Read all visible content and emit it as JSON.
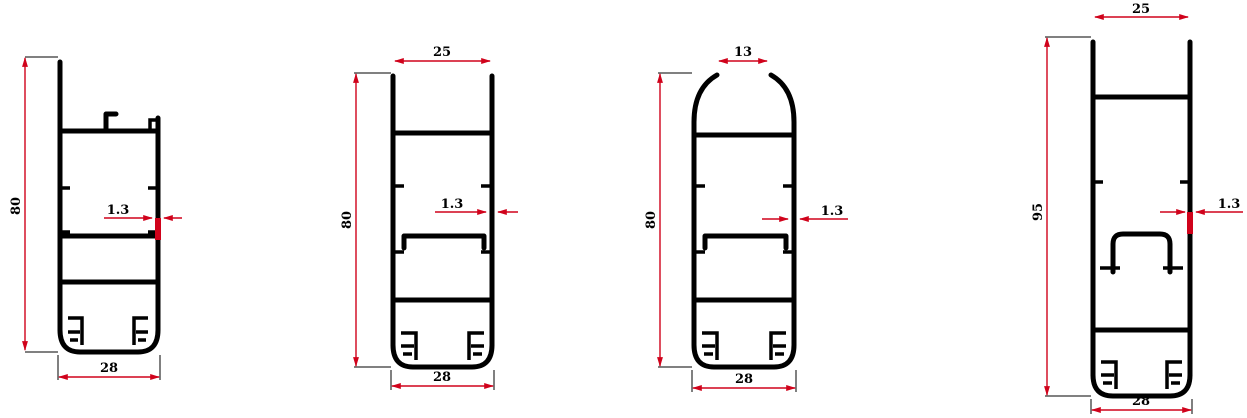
{
  "colors": {
    "profile": "#000000",
    "dimension": "#d0021b",
    "background": "#ffffff"
  },
  "profiles": [
    {
      "id": "profile-1",
      "height": "80",
      "width": "28",
      "wall": "1.3",
      "top_opening": ""
    },
    {
      "id": "profile-2",
      "height": "80",
      "width": "28",
      "wall": "1.3",
      "top_opening": "25"
    },
    {
      "id": "profile-3",
      "height": "80",
      "width": "28",
      "wall": "1.3",
      "top_opening": "13"
    },
    {
      "id": "profile-4",
      "height": "95",
      "width": "28",
      "wall": "1.3",
      "top_opening": "25"
    }
  ]
}
